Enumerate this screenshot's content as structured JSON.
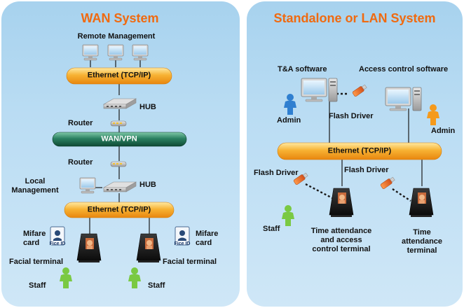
{
  "wan": {
    "title": "WAN  System",
    "remote_management": "Remote Management",
    "ethernet_top": "Ethernet  (TCP/IP)",
    "hub_top": "HUB",
    "router_top": "Router",
    "wan_vpn": "WAN/VPN",
    "router_bottom": "Router",
    "local_management": "Local\nManagement",
    "hub_bottom": "HUB",
    "ethernet_bottom": "Ethernet  (TCP/IP)",
    "mifare_left": "Mifare\ncard",
    "mifare_right": "Mifare\ncard",
    "card_logo": "Fice ID",
    "facial_left": "Facial terminal",
    "facial_right": "Facial terminal",
    "staff_left": "Staff",
    "staff_right": "Staff"
  },
  "lan": {
    "title": "Standalone or LAN System",
    "ta_software": "T&A software",
    "access_software": "Access control software",
    "admin_left": "Admin",
    "admin_right": "Admin",
    "flash_top": "Flash Driver",
    "ethernet": "Ethernet  (TCP/IP)",
    "flash_left": "Flash Driver",
    "flash_right": "Flash Driver",
    "staff": "Staff",
    "terminal_left": "Time attendance\nand access\ncontrol terminal",
    "terminal_right": "Time attendance\nterminal"
  },
  "colors": {
    "title_orange": "#f06a10",
    "ethernet_bar": "#f7a21c",
    "wan_bar": "#1f6e52",
    "panel_blue": "#b4d9f2",
    "staff_green": "#7ac943",
    "admin_blue": "#2f7fd0",
    "admin_orange": "#f59a1c",
    "flash_orange": "#e8641c"
  },
  "icons": [
    "computer-icon",
    "hub-icon",
    "router-icon",
    "facial-terminal-icon",
    "mifare-card-icon",
    "person-icon",
    "flash-drive-icon"
  ]
}
